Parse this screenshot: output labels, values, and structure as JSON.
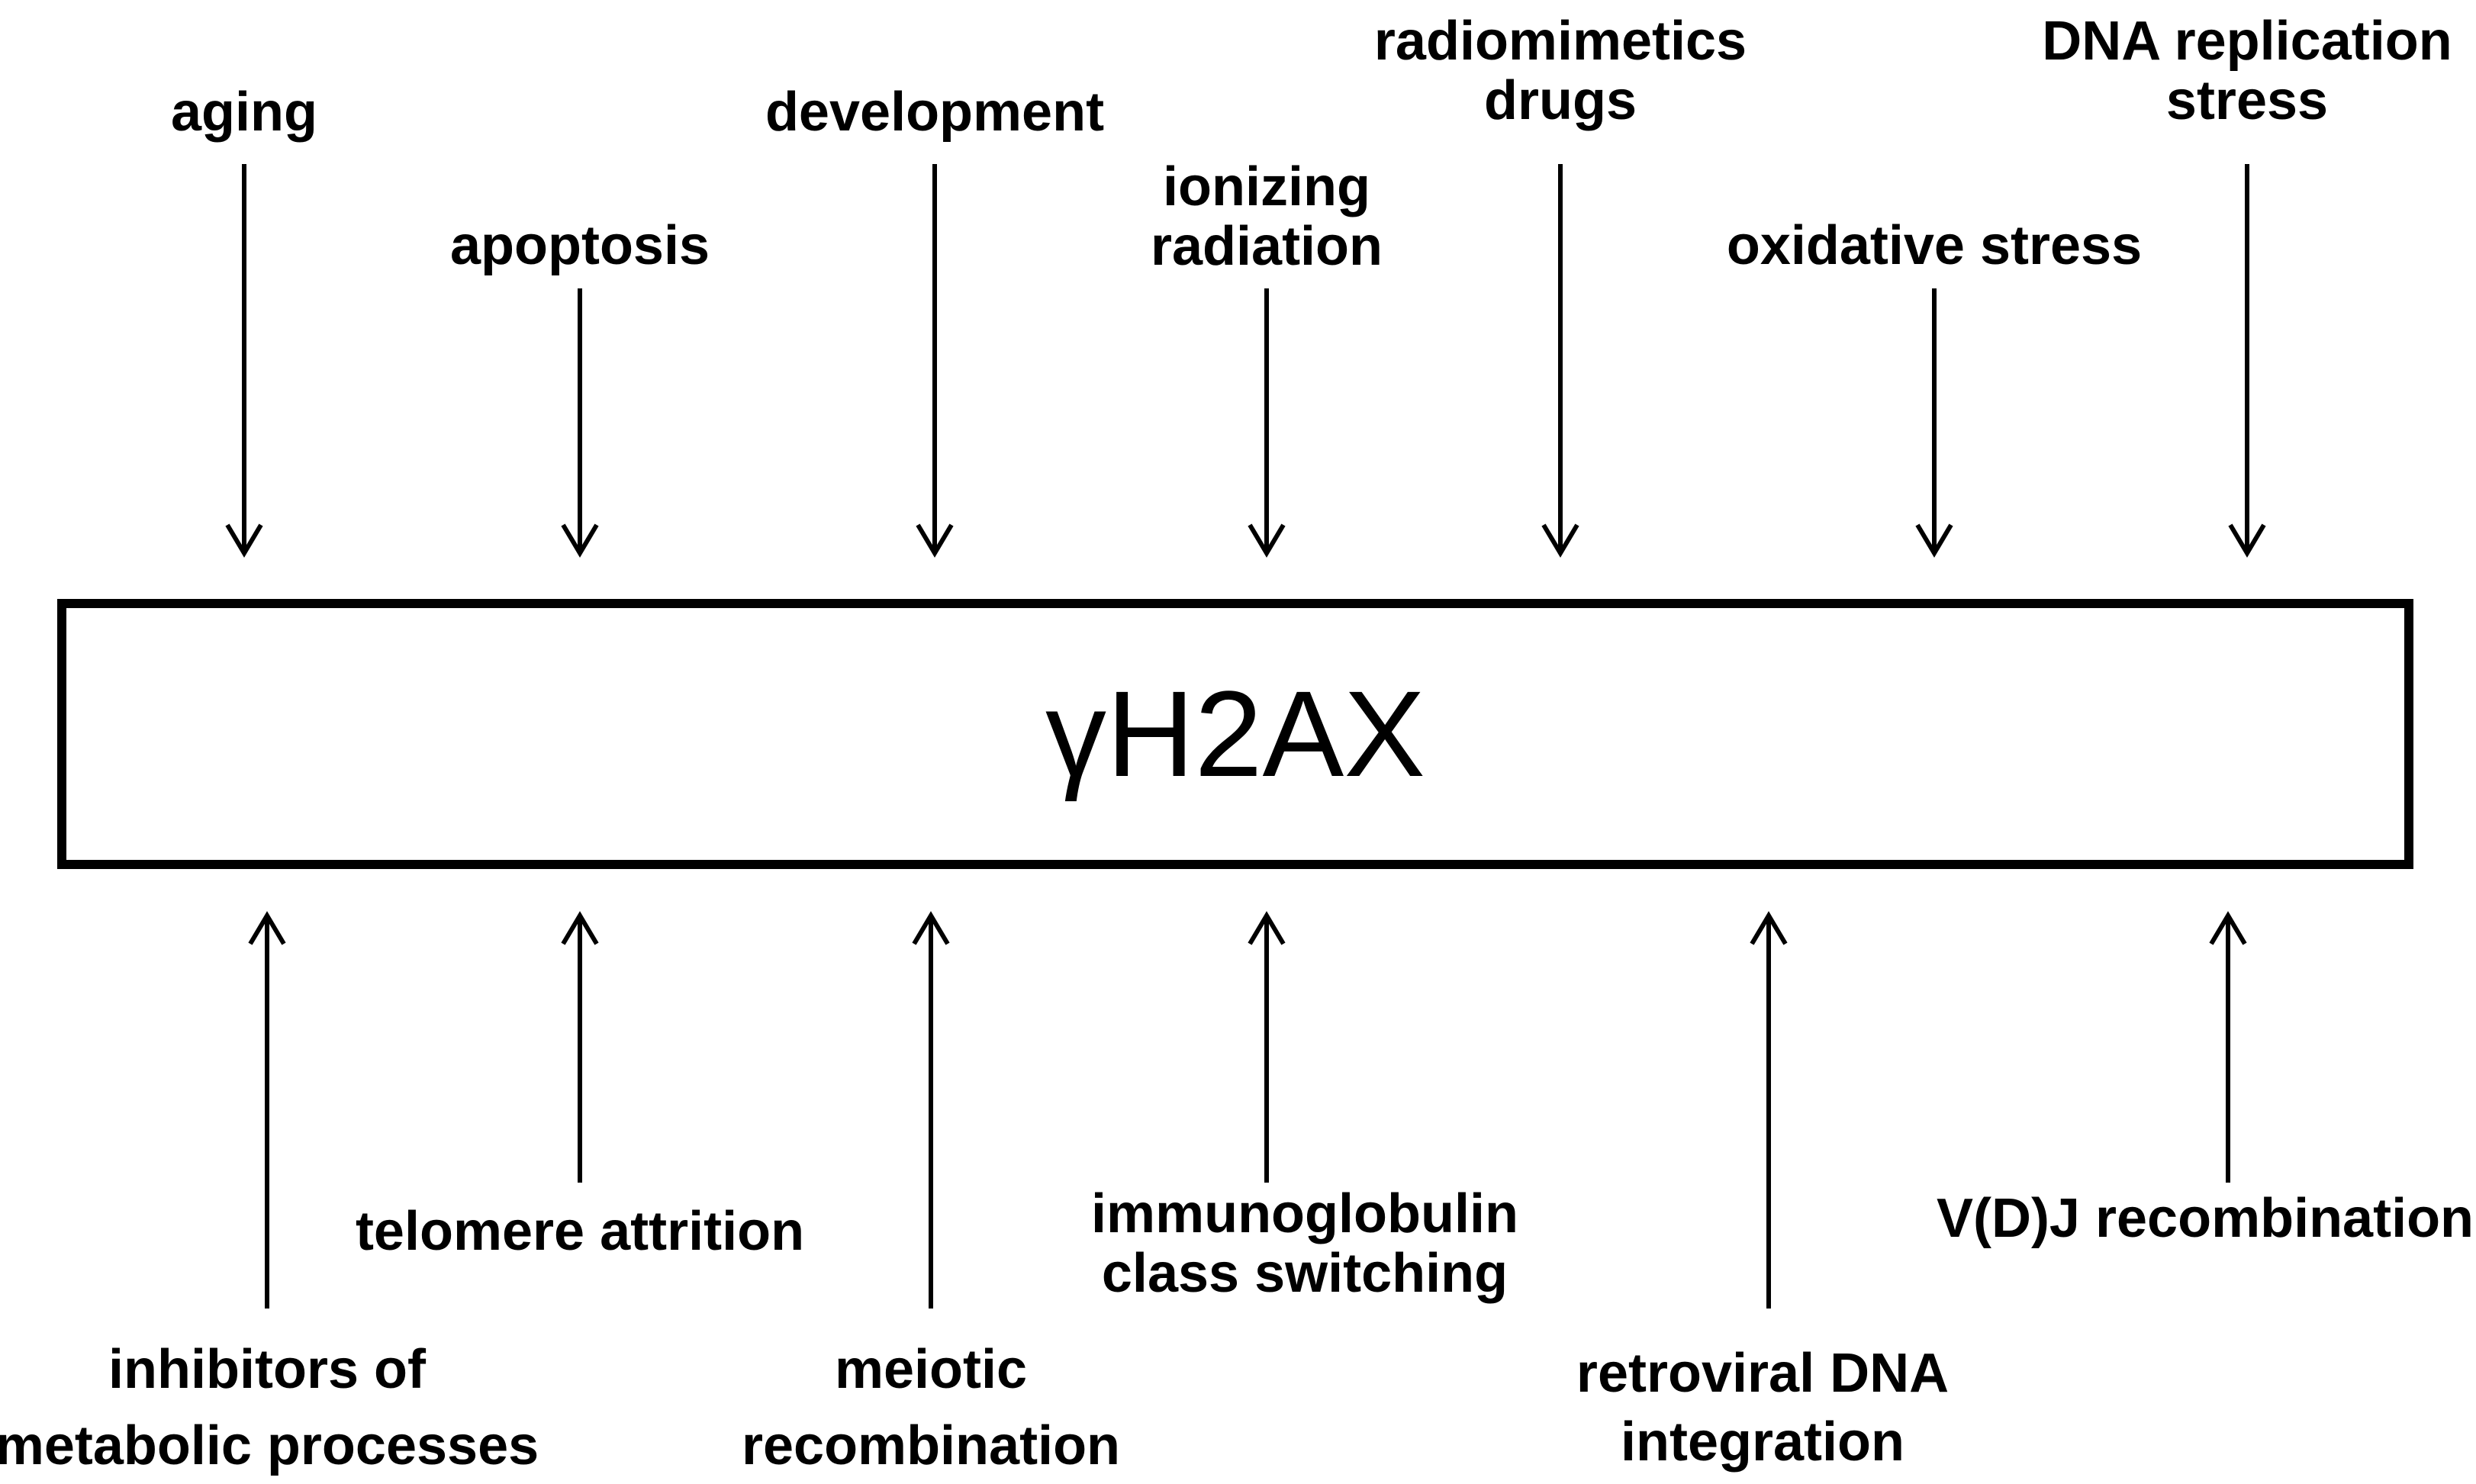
{
  "center": {
    "label": "γH2AX"
  },
  "top_factors": [
    {
      "lines": [
        "aging"
      ]
    },
    {
      "lines": [
        "apoptosis"
      ]
    },
    {
      "lines": [
        "development"
      ]
    },
    {
      "lines": [
        "ionizing",
        "radiation"
      ]
    },
    {
      "lines": [
        "radiomimetics",
        "drugs"
      ]
    },
    {
      "lines": [
        "oxidative stress"
      ]
    },
    {
      "lines": [
        "DNA replication",
        "stress"
      ]
    }
  ],
  "bottom_factors": [
    {
      "lines": [
        "inhibitors of",
        "metabolic processes"
      ]
    },
    {
      "lines": [
        "telomere attrition"
      ]
    },
    {
      "lines": [
        "meiotic",
        "recombination"
      ]
    },
    {
      "lines": [
        "immunoglobulin",
        "class switching"
      ]
    },
    {
      "lines": [
        "retroviral DNA",
        "integration"
      ]
    },
    {
      "lines": [
        "V(D)J recombination"
      ]
    }
  ]
}
